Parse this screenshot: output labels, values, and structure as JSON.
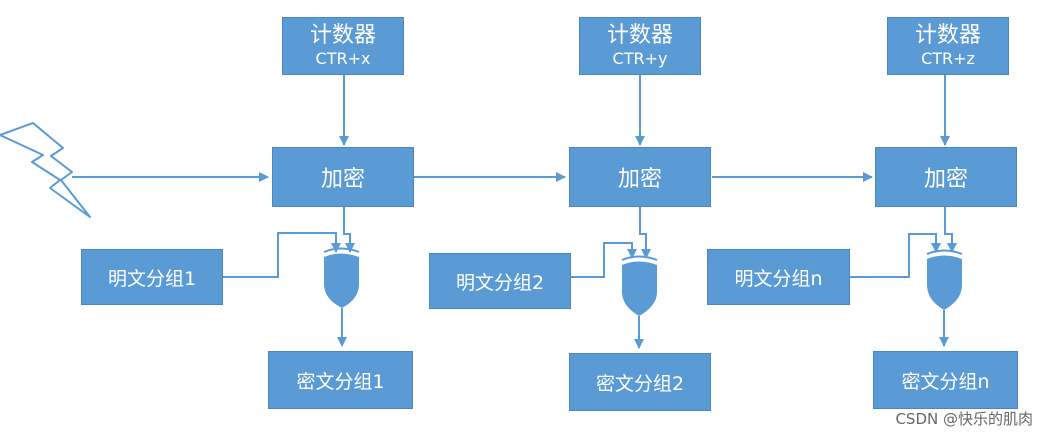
{
  "stages": [
    {
      "counter": {
        "title": "计数器",
        "subtitle": "CTR+x"
      },
      "encrypt": "加密",
      "plaintext": "明文分组1",
      "ciphertext": "密文分组1"
    },
    {
      "counter": {
        "title": "计数器",
        "subtitle": "CTR+y"
      },
      "encrypt": "加密",
      "plaintext": "明文分组2",
      "ciphertext": "密文分组2"
    },
    {
      "counter": {
        "title": "计数器",
        "subtitle": "CTR+z"
      },
      "encrypt": "加密",
      "plaintext": "明文分组n",
      "ciphertext": "密文分组n"
    }
  ],
  "watermark": "CSDN @快乐的肌肉",
  "colors": {
    "box_fill": "#5b9bd5",
    "box_border": "#4a86bf",
    "box_text": "#ffffff",
    "arrow": "#5b9bd5"
  },
  "icons": {
    "input_signal": "lightning-bolt-icon",
    "combiner": "xor-gate-icon"
  }
}
